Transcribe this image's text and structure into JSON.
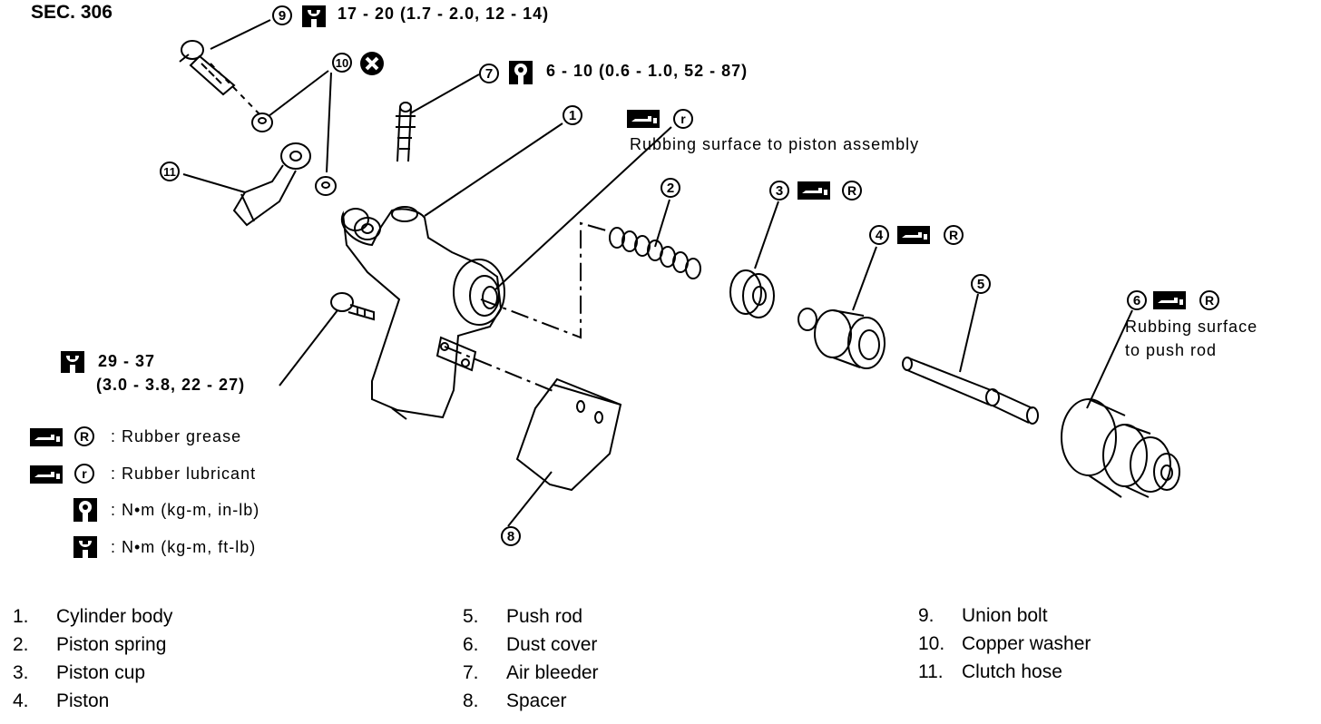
{
  "section": "SEC. 306",
  "torques": {
    "union_bolt": "17 - 20 (1.7 - 2.0, 12 - 14)",
    "air_bleeder": "6 - 10 (0.6 - 1.0, 52 - 87)",
    "mount_bolt_line1": "29 - 37",
    "mount_bolt_line2": "(3.0 - 3.8, 22 - 27)"
  },
  "notes": {
    "piston_assembly": "Rubbing surface to piston assembly",
    "push_rod_line1": "Rubbing surface",
    "push_rod_line2": "to push rod"
  },
  "legend": [
    {
      "symbol": "R",
      "icon": "rubber-grease-icon",
      "text": ": Rubber grease"
    },
    {
      "symbol": "r",
      "icon": "rubber-lubricant-icon",
      "text": ": Rubber lubricant"
    },
    {
      "icon": "torque-in-lb-icon",
      "text": ": N•m (kg-m, in-lb)"
    },
    {
      "icon": "torque-ft-lb-icon",
      "text": ": N•m (kg-m, ft-lb)"
    }
  ],
  "callouts": [
    "1",
    "2",
    "3",
    "4",
    "5",
    "6",
    "7",
    "8",
    "9",
    "10",
    "11"
  ],
  "parts_list": {
    "col1": [
      {
        "num": "1.",
        "name": "Cylinder body"
      },
      {
        "num": "2.",
        "name": "Piston spring"
      },
      {
        "num": "3.",
        "name": "Piston cup"
      },
      {
        "num": "4.",
        "name": "Piston"
      }
    ],
    "col2": [
      {
        "num": "5.",
        "name": "Push rod"
      },
      {
        "num": "6.",
        "name": "Dust cover"
      },
      {
        "num": "7.",
        "name": "Air bleeder"
      },
      {
        "num": "8.",
        "name": "Spacer"
      }
    ],
    "col3": [
      {
        "num": "9.",
        "name": "Union bolt"
      },
      {
        "num": "10.",
        "name": "Copper washer"
      },
      {
        "num": "11.",
        "name": "Clutch hose"
      }
    ]
  }
}
